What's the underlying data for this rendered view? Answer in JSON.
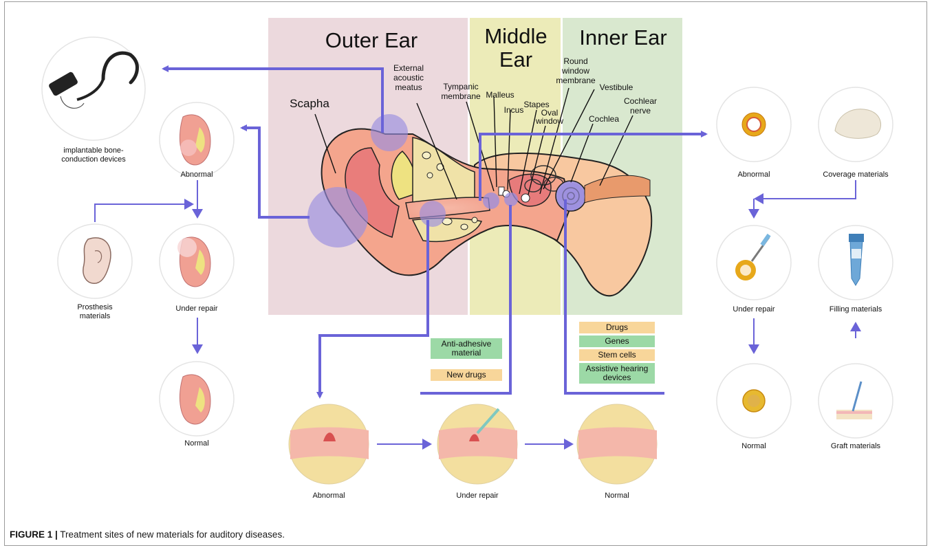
{
  "figure": {
    "caption_label": "FIGURE 1 |",
    "caption_text": " Treatment sites of new materials for auditory diseases."
  },
  "regions": {
    "outer": "Outer Ear",
    "middle": "Middle Ear",
    "inner": "Inner Ear"
  },
  "anatomy": {
    "scapha": "Scapha",
    "eam": "External acoustic meatus",
    "tympanic": "Tympanic membrane",
    "malleus": "Malleus",
    "incus": "Incus",
    "stapes": "Stapes",
    "oval": "Oval window",
    "round": "Round window membrane",
    "vestibule": "Vestibule",
    "cochlea": "Cochlea",
    "nerve": "Cochlear nerve"
  },
  "left_panel": {
    "device": "implantable bone-conduction devices",
    "abnormal": "Abnormal",
    "prosthesis": "Prosthesis materials",
    "under_repair": "Under repair",
    "normal": "Normal"
  },
  "bottom_panel": {
    "abnormal": "Abnormal",
    "under_repair": "Under repair",
    "normal": "Normal"
  },
  "middle_tags": [
    "Anti-adhesive material",
    "New drugs"
  ],
  "inner_tags": [
    "Drugs",
    "Genes",
    "Stem cells",
    "Assistive hearing devices"
  ],
  "right_panel": {
    "abnormal": "Abnormal",
    "coverage": "Coverage materials",
    "under_repair": "Under repair",
    "filling": "Filling materials",
    "normal": "Normal",
    "graft": "Graft materials"
  },
  "colors": {
    "arrow": "#6a63d8",
    "outer_bg": "#ecd9dd",
    "middle_bg": "#ecebb8",
    "inner_bg": "#d9e8cf",
    "tag_green": "#9cd9a6",
    "tag_orange": "#f8d69a"
  }
}
